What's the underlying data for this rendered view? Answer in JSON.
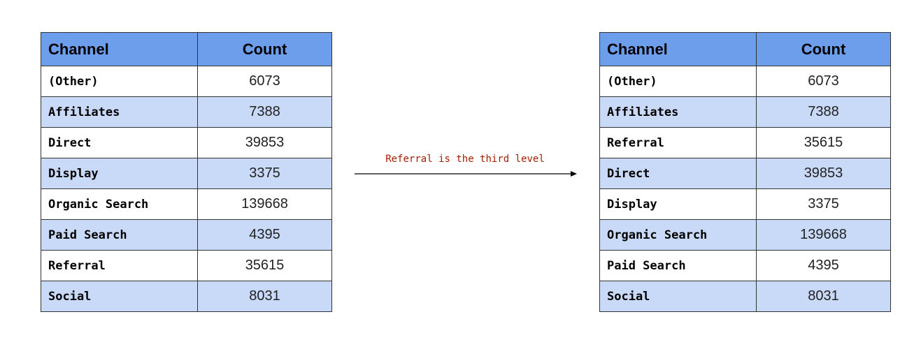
{
  "header": {
    "channel_label": "Channel",
    "count_label": "Count"
  },
  "left_table": {
    "rows": [
      {
        "channel": "(Other)",
        "count": "6073"
      },
      {
        "channel": "Affiliates",
        "count": "7388"
      },
      {
        "channel": "Direct",
        "count": "39853"
      },
      {
        "channel": "Display",
        "count": "3375"
      },
      {
        "channel": "Organic Search",
        "count": "139668"
      },
      {
        "channel": "Paid Search",
        "count": "4395"
      },
      {
        "channel": "Referral",
        "count": "35615"
      },
      {
        "channel": "Social",
        "count": "8031"
      }
    ]
  },
  "arrow": {
    "label": "Referral is the third level"
  },
  "right_table": {
    "rows": [
      {
        "channel": "(Other)",
        "count": "6073"
      },
      {
        "channel": "Affiliates",
        "count": "7388"
      },
      {
        "channel": "Referral",
        "count": "35615"
      },
      {
        "channel": "Direct",
        "count": "39853"
      },
      {
        "channel": "Display",
        "count": "3375"
      },
      {
        "channel": "Organic Search",
        "count": "139668"
      },
      {
        "channel": "Paid Search",
        "count": "4395"
      },
      {
        "channel": "Social",
        "count": "8031"
      }
    ]
  },
  "colors": {
    "header_bg": "#6d9eeb",
    "stripe_bg": "#c9daf8",
    "label_color": "#a61c00"
  }
}
